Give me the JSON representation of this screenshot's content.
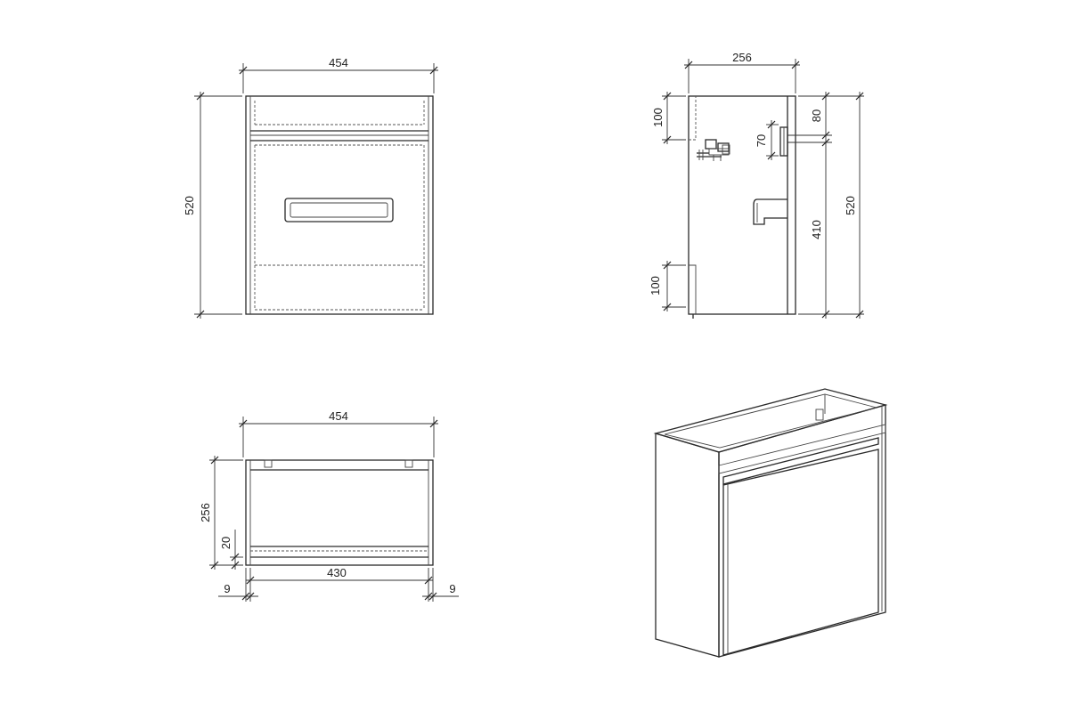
{
  "front_view": {
    "width": "454",
    "height": "520"
  },
  "side_view": {
    "depth": "256",
    "height": "520",
    "top_offset": "80",
    "lower_height": "410",
    "bracket_height": "70",
    "top_cutout": "100",
    "bottom_cutout": "100"
  },
  "top_view": {
    "width": "454",
    "depth": "256",
    "inner_width": "430",
    "base_thickness": "20",
    "left_panel": "9",
    "right_panel": "9"
  },
  "iso_view": {}
}
